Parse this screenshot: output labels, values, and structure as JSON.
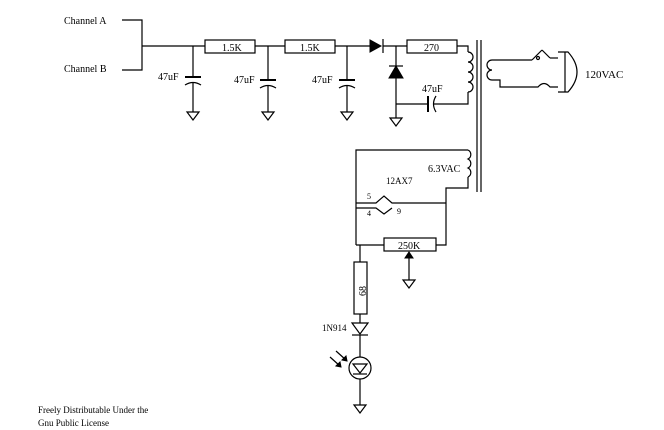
{
  "inputs": {
    "channel_a": "Channel A",
    "channel_b": "Channel B"
  },
  "filter": {
    "r1": "1.5K",
    "r2": "1.5K",
    "c1": "47uF",
    "c2": "47uF",
    "c3": "47uF",
    "c4": "47uF",
    "r_series": "270"
  },
  "mains": {
    "label": "120VAC"
  },
  "tube": {
    "heater_label": "6.3VAC",
    "tube_label": "12AX7",
    "pin5": "5",
    "pin4": "4",
    "pin9": "9",
    "pot": "250K"
  },
  "led_chain": {
    "resistor": "68",
    "diode": "1N914"
  },
  "license": {
    "line1": "Freely Distributable Under the",
    "line2": "Gnu Public License"
  }
}
